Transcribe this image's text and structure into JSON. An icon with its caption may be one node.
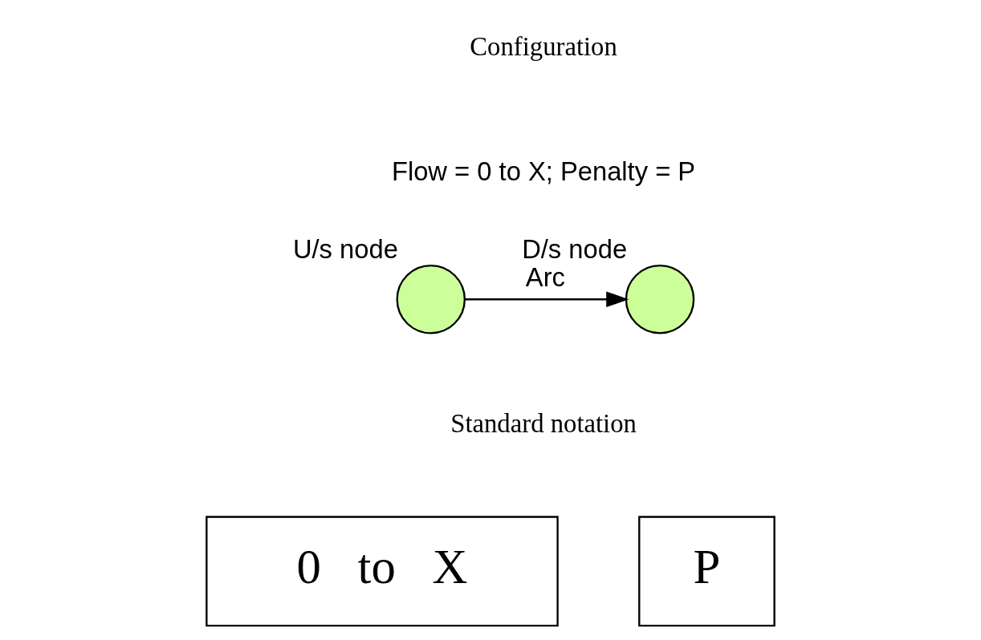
{
  "diagram": {
    "nodes": [
      {
        "text": [],
        "shape": "circle",
        "beside": [
          "U/s node"
        ]
      },
      {
        "text": [],
        "shape": "circle",
        "beside": [
          "D/s node"
        ]
      },
      {
        "text": [
          "0   to   X"
        ]
      },
      {
        "text": [
          "P"
        ]
      }
    ],
    "edges": [
      {
        "from": 0,
        "to": 1,
        "arrow": "to",
        "label": "Arc"
      }
    ],
    "labels": [
      "Configuration",
      "Flow = 0 to X; Penalty = P",
      "Standard notation"
    ]
  }
}
